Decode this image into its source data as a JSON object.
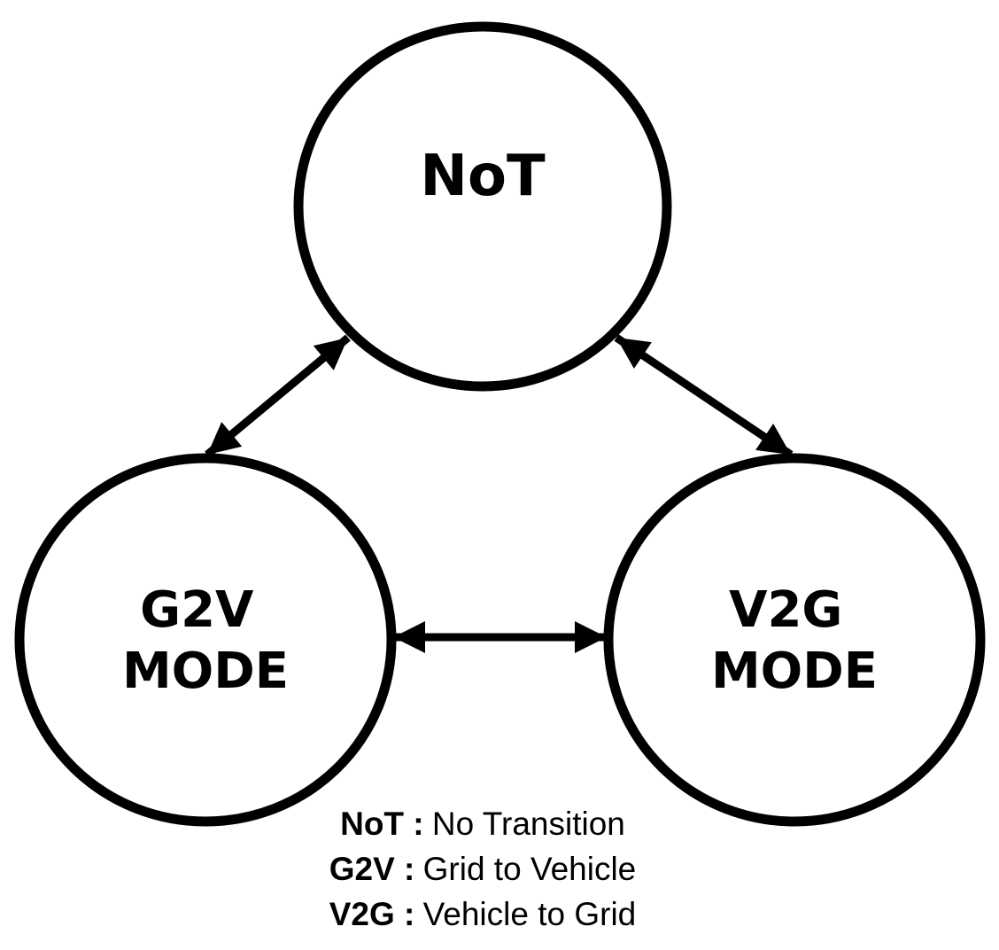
{
  "diagram": {
    "nodes": {
      "not": {
        "lines": [
          "NoT"
        ]
      },
      "g2v": {
        "lines": [
          "G2V",
          "MODE"
        ]
      },
      "v2g": {
        "lines": [
          "V2G",
          "MODE"
        ]
      }
    },
    "edges": [
      {
        "from": "not",
        "to": "g2v",
        "bidirectional": true
      },
      {
        "from": "not",
        "to": "v2g",
        "bidirectional": true
      },
      {
        "from": "g2v",
        "to": "v2g",
        "bidirectional": true
      }
    ],
    "legend": [
      {
        "key": "NoT :",
        "value": "No Transition"
      },
      {
        "key": "G2V :",
        "value": "Grid to Vehicle"
      },
      {
        "key": "V2G :",
        "value": "Vehicle to Grid"
      }
    ],
    "colors": {
      "stroke": "#000000",
      "background": "#ffffff"
    }
  }
}
